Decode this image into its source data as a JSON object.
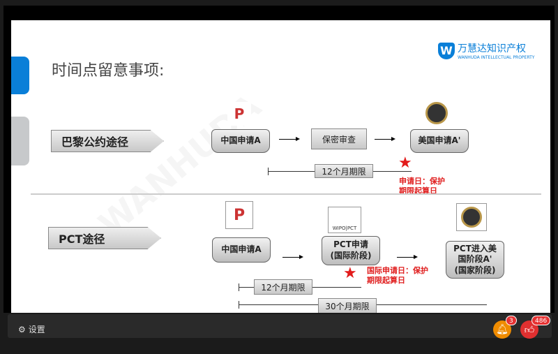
{
  "slide": {
    "title": "时间点留意事项:",
    "logo": {
      "cn": "万慧达知识产权",
      "en": "WANHUDA INTELLECTUAL PROPERTY",
      "mark": "W"
    },
    "watermark": "WANHUDA",
    "paris": {
      "route": "巴黎公约途径",
      "step1": "中国申请A",
      "step2": "保密审查",
      "step3": "美国申请A'",
      "period": "12个月期限",
      "note": "申请日：保护\n期限起算日"
    },
    "pct": {
      "route": "PCT途径",
      "step1": "中国申请A",
      "step2": "PCT申请\n(国际阶段)",
      "step3": "PCT进入美\n国阶段A'\n(国家阶段)",
      "wipo": "WIPO|PCT",
      "period12": "12个月期限",
      "period30": "30个月期限",
      "note": "国际申请日：保护\n期限起算日"
    }
  },
  "toolbar": {
    "settings": "设置",
    "bell_count": "3",
    "like_count": "486"
  }
}
